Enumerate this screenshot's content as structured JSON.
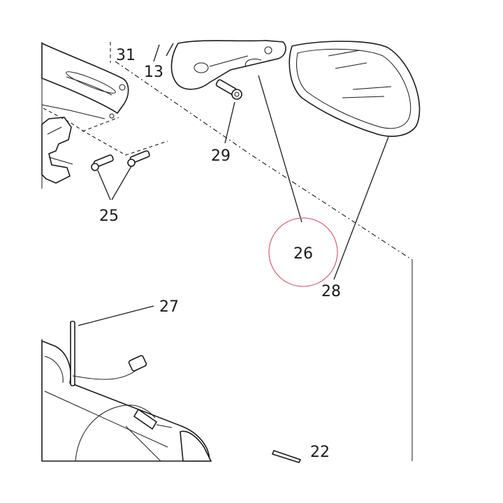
{
  "labels": {
    "p31": "31",
    "p13": "13",
    "p29": "29",
    "p25": "25",
    "p26": "26",
    "p28": "28",
    "p27": "27",
    "p22": "22"
  },
  "highlight_color": "#d46a78"
}
